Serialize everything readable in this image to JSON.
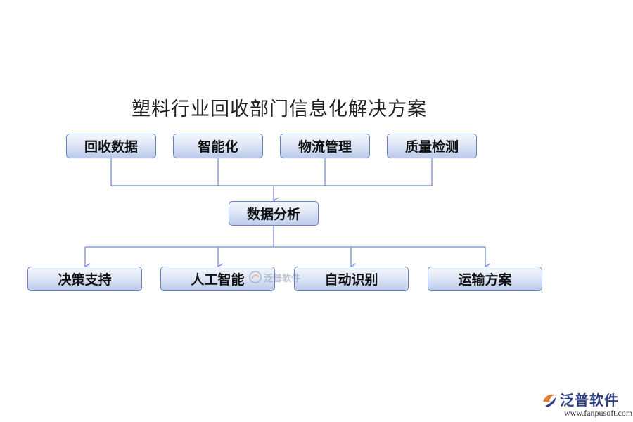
{
  "title": "塑料行业回收部门信息化解决方案",
  "top_nodes": [
    "回收数据",
    "智能化",
    "物流管理",
    "质量检测"
  ],
  "center_node": "数据分析",
  "bottom_nodes": [
    "决策支持",
    "人工智能",
    "自动识别",
    "运输方案"
  ],
  "watermark": {
    "center_text": "泛普软件",
    "brand": "泛普软件",
    "url": "www.fanpusoft.com"
  },
  "colors": {
    "node_border": "#6a83bf",
    "connector": "#6f86c2",
    "brand": "#2f3f82"
  }
}
